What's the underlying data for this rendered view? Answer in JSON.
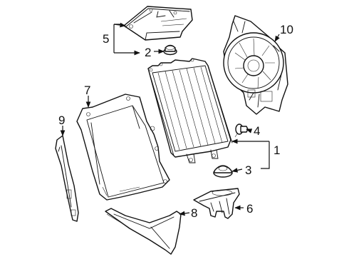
{
  "diagram": {
    "type": "exploded-parts-diagram",
    "callouts": [
      {
        "id": "c1",
        "label": "1"
      },
      {
        "id": "c2",
        "label": "2"
      },
      {
        "id": "c3",
        "label": "3"
      },
      {
        "id": "c4",
        "label": "4"
      },
      {
        "id": "c5",
        "label": "5"
      },
      {
        "id": "c6",
        "label": "6"
      },
      {
        "id": "c7",
        "label": "7"
      },
      {
        "id": "c8",
        "label": "8"
      },
      {
        "id": "c9",
        "label": "9"
      },
      {
        "id": "c10",
        "label": "10"
      }
    ],
    "line_color": "#111111",
    "background": "#ffffff"
  }
}
